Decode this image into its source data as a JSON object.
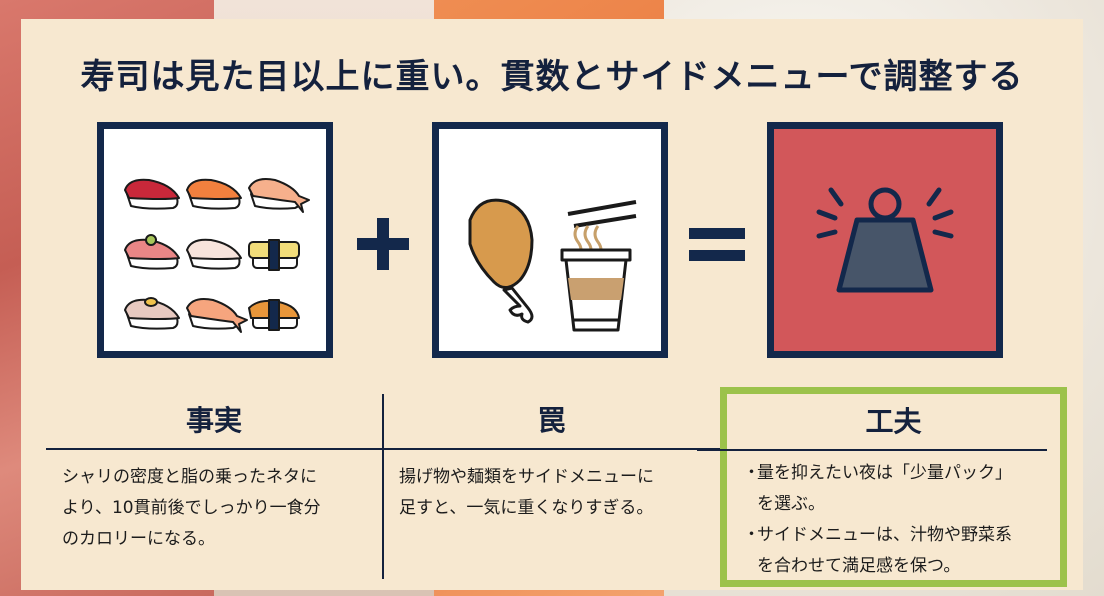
{
  "title": "寿司は見た目以上に重い。貫数とサイドメニューで調整する",
  "equation": {
    "operand1": {
      "label": "sushi-assortment",
      "icons": [
        "tuna-nigiri",
        "salmon-nigiri",
        "shrimp-nigiri",
        "negitoro-nigiri",
        "white-fish-nigiri",
        "tamago-nigiri",
        "aji-nigiri",
        "shrimp-nigiri",
        "uni-nigiri"
      ]
    },
    "operator1": "+",
    "operand2": {
      "label": "side-dishes",
      "icons": [
        "fried-chicken",
        "cup-noodle-with-chopsticks"
      ]
    },
    "operator2": "=",
    "result": {
      "label": "heavy-weight",
      "icon": "weight-icon",
      "color": "#d2575a"
    }
  },
  "columns": [
    {
      "heading": "事実",
      "lines": [
        "シャリの密度と脂の乗ったネタに",
        "より、10貫前後でしっかり一食分",
        "のカロリーになる。"
      ]
    },
    {
      "heading": "罠",
      "lines": [
        "揚げ物や麺類をサイドメニューに",
        "足すと、一気に重くなりすぎる。"
      ]
    },
    {
      "heading": "工夫",
      "bullets": [
        {
          "lines": [
            "量を抑えたい夜は「少量パック」",
            "を選ぶ。"
          ]
        },
        {
          "lines": [
            "サイドメニューは、汁物や野菜系",
            "を合わせて満足感を保つ。"
          ]
        }
      ],
      "accent": "#9cc24b"
    }
  ],
  "colors": {
    "panel": "#f7e8d0",
    "navy": "#13284b",
    "red": "#d2575a",
    "green": "#9cc24b"
  }
}
